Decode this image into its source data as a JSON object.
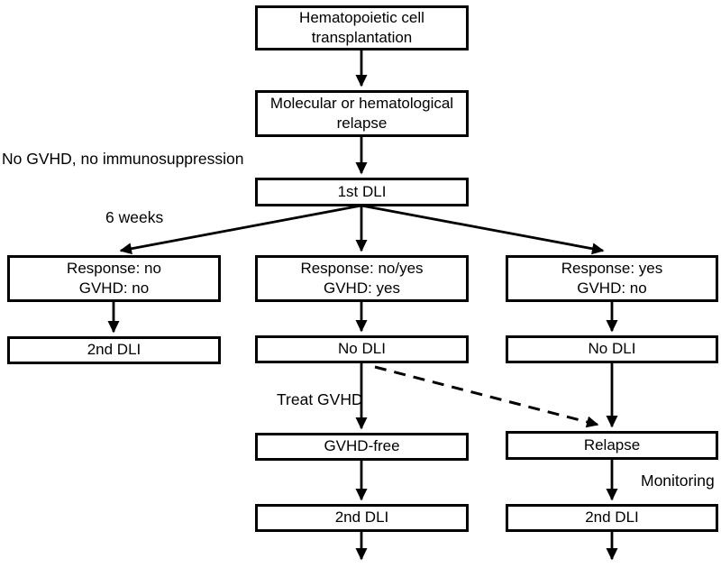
{
  "diagram_type": "flowchart",
  "colors": {
    "background": "#ffffff",
    "box_fill": "#ffffff",
    "box_border": "#000000",
    "line": "#000000",
    "text": "#000000"
  },
  "nodes": {
    "hct": "Hematopoietic cell\ntransplantation",
    "molecular_relapse": "Molecular or hematological\nrelapse",
    "first_dli": "1st DLI",
    "response_no": "Response: no\nGVHD: no",
    "second_dli_left": "2nd DLI",
    "response_no_yes": "Response: no/yes\nGVHD: yes",
    "no_dli_middle": "No DLI",
    "gvhd_free": "GVHD-free",
    "second_dli_middle": "2nd DLI",
    "response_yes": "Response: yes\nGVHD: no",
    "no_dli_right": "No DLI",
    "relapse": "Relapse",
    "second_dli_right": "2nd DLI"
  },
  "labels": {
    "no_gvhd": "No GVHD, no immunosuppression",
    "six_weeks": "6 weeks",
    "treat_gvhd": "Treat GVHD",
    "monitoring": "Monitoring"
  },
  "edges": [
    {
      "from": "hct",
      "to": "molecular_relapse",
      "style": "solid-arrow"
    },
    {
      "from": "molecular_relapse",
      "to": "first_dli",
      "style": "solid-arrow"
    },
    {
      "from": "first_dli",
      "to": "response_no",
      "style": "solid-arrow",
      "label": "6 weeks"
    },
    {
      "from": "first_dli",
      "to": "response_no_yes",
      "style": "solid-arrow"
    },
    {
      "from": "first_dli",
      "to": "response_yes",
      "style": "solid-arrow"
    },
    {
      "from": "response_no",
      "to": "second_dli_left",
      "style": "solid-arrow"
    },
    {
      "from": "response_no_yes",
      "to": "no_dli_middle",
      "style": "solid-arrow"
    },
    {
      "from": "response_yes",
      "to": "no_dli_right",
      "style": "solid-arrow"
    },
    {
      "from": "no_dli_middle",
      "to": "gvhd_free",
      "style": "solid-arrow",
      "label": "Treat GVHD"
    },
    {
      "from": "no_dli_middle",
      "to": "relapse",
      "style": "dashed-arrow"
    },
    {
      "from": "no_dli_right",
      "to": "relapse",
      "style": "solid-arrow"
    },
    {
      "from": "gvhd_free",
      "to": "second_dli_middle",
      "style": "solid-arrow"
    },
    {
      "from": "relapse",
      "to": "second_dli_right",
      "style": "solid-arrow",
      "label": "Monitoring"
    },
    {
      "from": "second_dli_middle",
      "to": "continuation",
      "style": "solid-arrow"
    },
    {
      "from": "second_dli_right",
      "to": "continuation",
      "style": "solid-arrow"
    }
  ]
}
